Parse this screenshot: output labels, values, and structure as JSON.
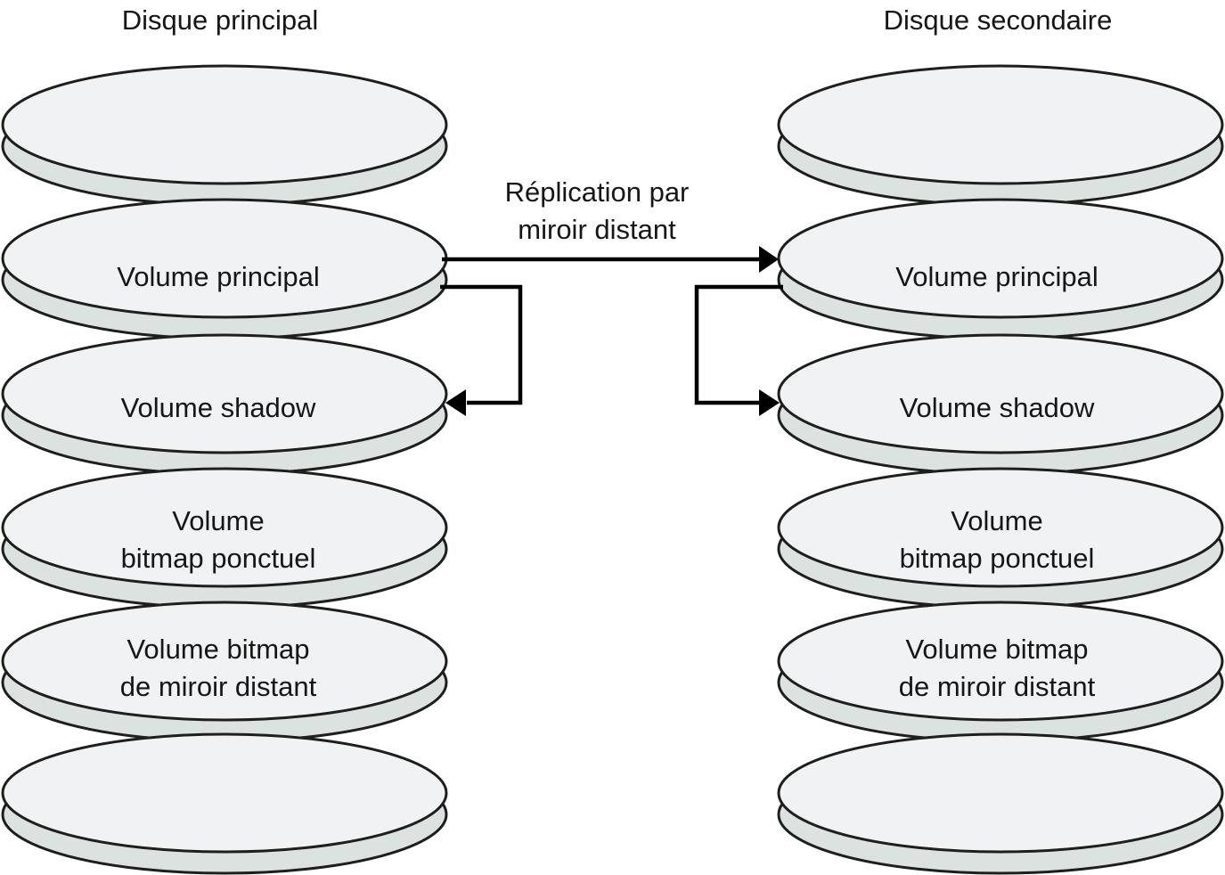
{
  "colors": {
    "background": "#ffffff",
    "disk_face": "#f0f2f4",
    "disk_rim": "#dce2e0",
    "outline": "#1e1e1c",
    "text": "#161616",
    "arrow": "#000000"
  },
  "stacks": [
    {
      "title": "Disque principal",
      "disks": [
        {
          "lines": []
        },
        {
          "lines": [
            "Volume principal"
          ]
        },
        {
          "lines": [
            "Volume shadow"
          ]
        },
        {
          "lines": [
            "Volume",
            "bitmap ponctuel"
          ]
        },
        {
          "lines": [
            "Volume bitmap",
            "de miroir distant"
          ]
        },
        {
          "lines": []
        }
      ]
    },
    {
      "title": "Disque secondaire",
      "disks": [
        {
          "lines": []
        },
        {
          "lines": [
            "Volume principal"
          ]
        },
        {
          "lines": [
            "Volume shadow"
          ]
        },
        {
          "lines": [
            "Volume",
            "bitmap ponctuel"
          ]
        },
        {
          "lines": [
            "Volume bitmap",
            "de miroir distant"
          ]
        },
        {
          "lines": []
        }
      ]
    }
  ],
  "replication_arrow": {
    "label_lines": [
      "Réplication par",
      "miroir distant"
    ]
  }
}
